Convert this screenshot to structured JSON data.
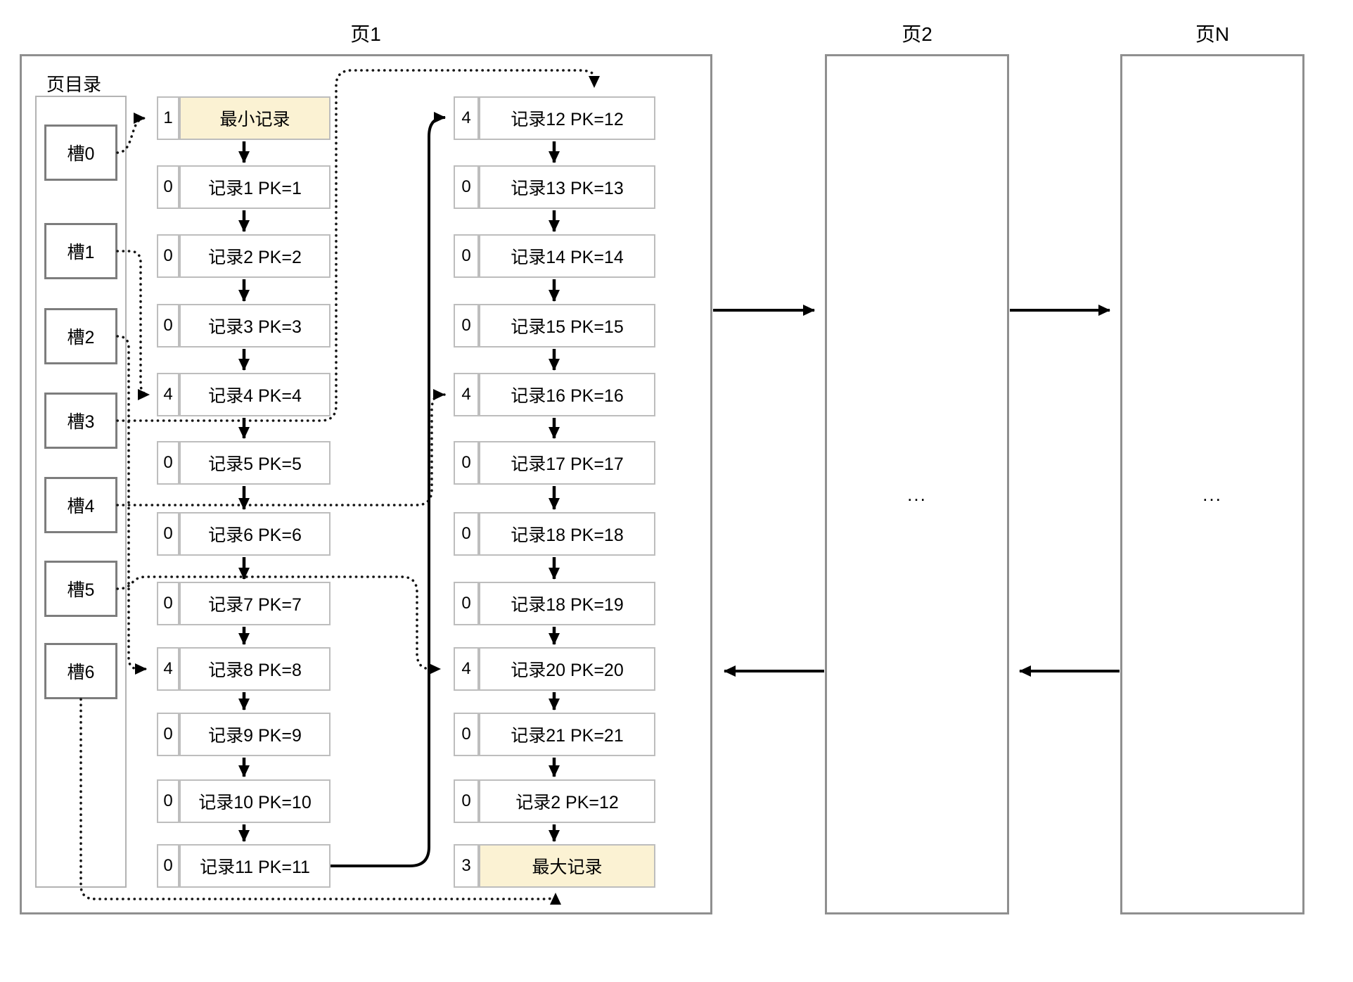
{
  "pages": {
    "page1": {
      "title": "页1"
    },
    "page2": {
      "title": "页2",
      "placeholder": "..."
    },
    "pageN": {
      "title": "页N",
      "placeholder": "..."
    }
  },
  "page_directory": {
    "label": "页目录",
    "slots": [
      {
        "label": "槽0"
      },
      {
        "label": "槽1"
      },
      {
        "label": "槽2"
      },
      {
        "label": "槽3"
      },
      {
        "label": "槽4"
      },
      {
        "label": "槽5"
      },
      {
        "label": "槽6"
      }
    ]
  },
  "records": {
    "left_column": [
      {
        "n_owned": "1",
        "label": "最小记录",
        "highlight": true
      },
      {
        "n_owned": "0",
        "label": "记录1 PK=1"
      },
      {
        "n_owned": "0",
        "label": "记录2 PK=2"
      },
      {
        "n_owned": "0",
        "label": "记录3 PK=3"
      },
      {
        "n_owned": "4",
        "label": "记录4 PK=4"
      },
      {
        "n_owned": "0",
        "label": "记录5 PK=5"
      },
      {
        "n_owned": "0",
        "label": "记录6 PK=6"
      },
      {
        "n_owned": "0",
        "label": "记录7 PK=7"
      },
      {
        "n_owned": "4",
        "label": "记录8 PK=8"
      },
      {
        "n_owned": "0",
        "label": "记录9 PK=9"
      },
      {
        "n_owned": "0",
        "label": "记录10 PK=10"
      },
      {
        "n_owned": "0",
        "label": "记录11 PK=11"
      }
    ],
    "right_column": [
      {
        "n_owned": "4",
        "label": "记录12 PK=12"
      },
      {
        "n_owned": "0",
        "label": "记录13 PK=13"
      },
      {
        "n_owned": "0",
        "label": "记录14 PK=14"
      },
      {
        "n_owned": "0",
        "label": "记录15 PK=15"
      },
      {
        "n_owned": "4",
        "label": "记录16 PK=16"
      },
      {
        "n_owned": "0",
        "label": "记录17 PK=17"
      },
      {
        "n_owned": "0",
        "label": "记录18 PK=18"
      },
      {
        "n_owned": "0",
        "label": "记录18 PK=19"
      },
      {
        "n_owned": "4",
        "label": "记录20 PK=20"
      },
      {
        "n_owned": "0",
        "label": "记录21 PK=21"
      },
      {
        "n_owned": "0",
        "label": "记录2 PK=12"
      },
      {
        "n_owned": "3",
        "label": "最大记录",
        "highlight": true
      }
    ]
  },
  "colors": {
    "highlight_fill": "#fbf2d3",
    "page_border": "#8f8f8f",
    "record_border": "#bdbdbd",
    "slot_border": "#7d7d7d",
    "connector": "#000000"
  }
}
